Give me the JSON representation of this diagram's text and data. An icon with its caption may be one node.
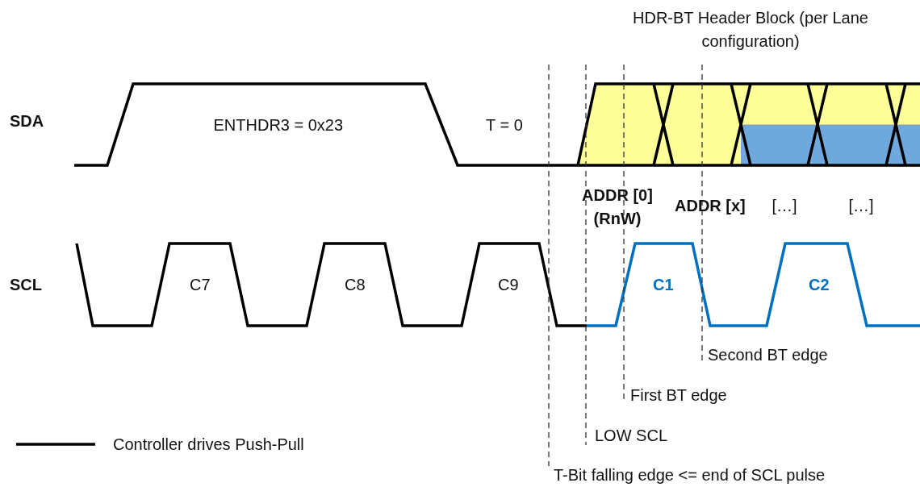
{
  "diagram": {
    "labels": [
      "HDR-BT Header Block (per Lane configuration)",
      "SDA",
      "ENTHDR3 = 0x23",
      "T = 0",
      "ADDR [0] (RnW)",
      "ADDR [x]",
      "[…]",
      "[…]",
      "SCL",
      "C7",
      "C8",
      "C9",
      "C1",
      "C2",
      "Second BT edge",
      "First BT edge",
      "LOW SCL",
      "T-Bit falling edge <= end of SCL pulse"
    ],
    "legend": [
      {
        "text": "Controller drives Push-Pull"
      }
    ]
  }
}
